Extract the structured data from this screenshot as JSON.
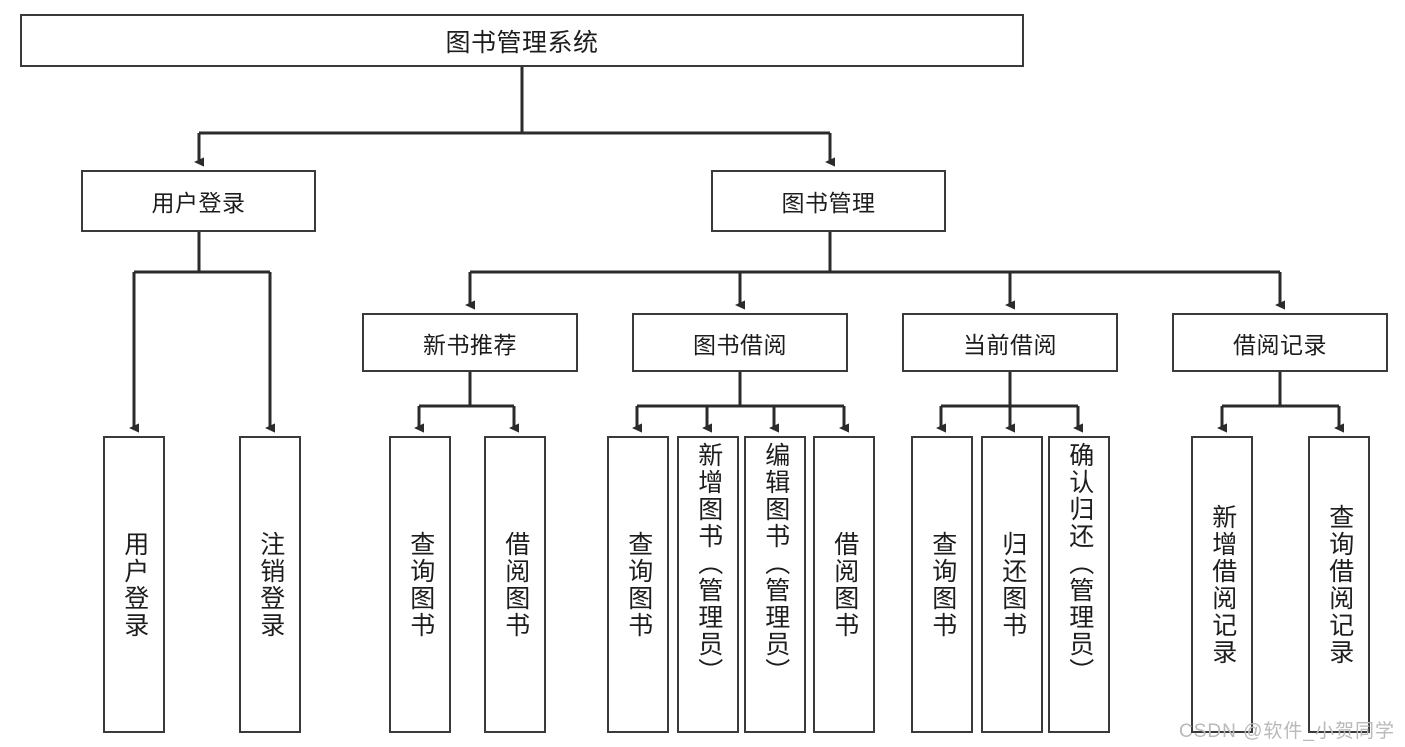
{
  "diagram": {
    "type": "tree-hierarchy",
    "title": "图书管理系统",
    "colors": {
      "border": "#3a3a3a",
      "background": "#ffffff",
      "text": "#1d1d1d",
      "connector": "#2b2b2b",
      "watermark": "#b9b9b9"
    },
    "root": {
      "label": "图书管理系统"
    },
    "level1": [
      {
        "label": "用户登录"
      },
      {
        "label": "图书管理"
      }
    ],
    "level2": [
      {
        "label": "新书推荐"
      },
      {
        "label": "图书借阅"
      },
      {
        "label": "当前借阅"
      },
      {
        "label": "借阅记录"
      }
    ],
    "leaves": {
      "user_login": [
        {
          "label": "用户登录"
        },
        {
          "label": "注销登录"
        }
      ],
      "new_book_recommend": [
        {
          "label": "查询图书"
        },
        {
          "label": "借阅图书"
        }
      ],
      "book_borrow": [
        {
          "label": "查询图书"
        },
        {
          "label": "新增图书（管理员）"
        },
        {
          "label": "编辑图书（管理员）"
        },
        {
          "label": "借阅图书"
        }
      ],
      "current_borrow": [
        {
          "label": "查询图书"
        },
        {
          "label": "归还图书"
        },
        {
          "label": "确认归还（管理员）"
        }
      ],
      "borrow_record": [
        {
          "label": "新增借阅记录"
        },
        {
          "label": "查询借阅记录"
        }
      ]
    }
  },
  "watermark": {
    "text": "CSDN @软件_小贺同学"
  }
}
